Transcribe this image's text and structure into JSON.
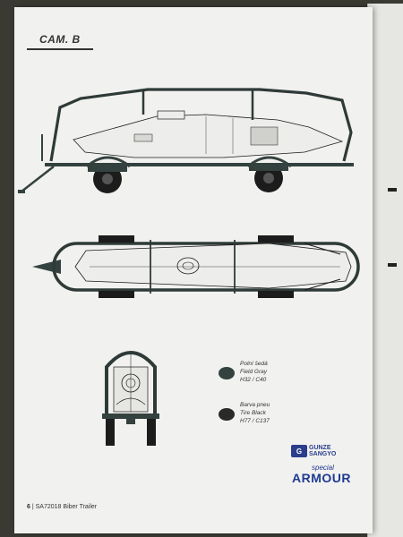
{
  "header": {
    "title": "CAM. B"
  },
  "swatches": [
    {
      "color": "#33423f",
      "line1": "Polní šedá",
      "line2": "Field Gray",
      "line3": "H32 / C40"
    },
    {
      "color": "#2a2a2a",
      "line1": "Barva pneu",
      "line2": "Tire Black",
      "line3": "H77 / C137"
    }
  ],
  "logos": {
    "gunze_line1": "GUNZE",
    "gunze_line2": "SANGYO",
    "special": "special",
    "armour": "ARMOUR"
  },
  "footer": {
    "page_number": "6",
    "code": "SA72018",
    "name": "Biber Trailer"
  }
}
